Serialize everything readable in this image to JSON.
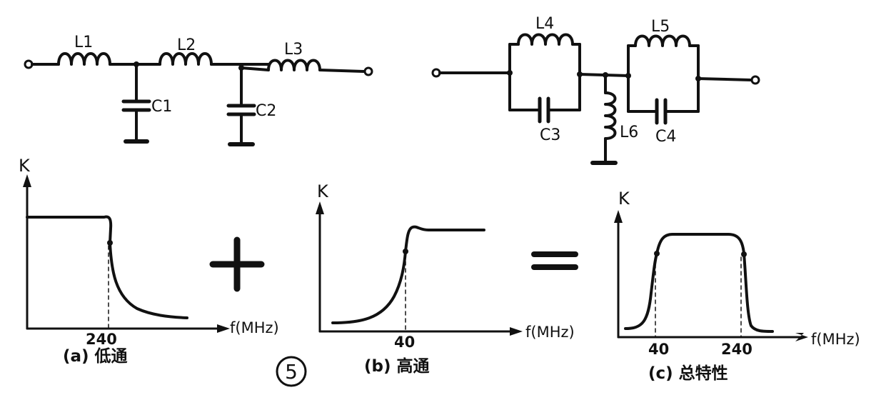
{
  "figure_number": "5",
  "circuits": {
    "lowpass": {
      "inductors": [
        "L1",
        "L2",
        "L3"
      ],
      "capacitors": [
        "C1",
        "C2"
      ]
    },
    "highpass": {
      "inductors": [
        "L4",
        "L5",
        "L6"
      ],
      "capacitors": [
        "C3",
        "C4"
      ]
    }
  },
  "operators": {
    "plus": "+",
    "equals": "="
  },
  "graphs": [
    {
      "id": "a",
      "caption": "(a) 低通",
      "ylabel": "K",
      "xlabel": "f(MHz)",
      "ticks": [
        "240"
      ]
    },
    {
      "id": "b",
      "caption": "(b) 高通",
      "ylabel": "K",
      "xlabel": "f(MHz)",
      "ticks": [
        "40"
      ]
    },
    {
      "id": "c",
      "caption": "(c) 总特性",
      "ylabel": "K",
      "xlabel": "f(MHz)",
      "ticks": [
        "40",
        "240"
      ]
    }
  ]
}
